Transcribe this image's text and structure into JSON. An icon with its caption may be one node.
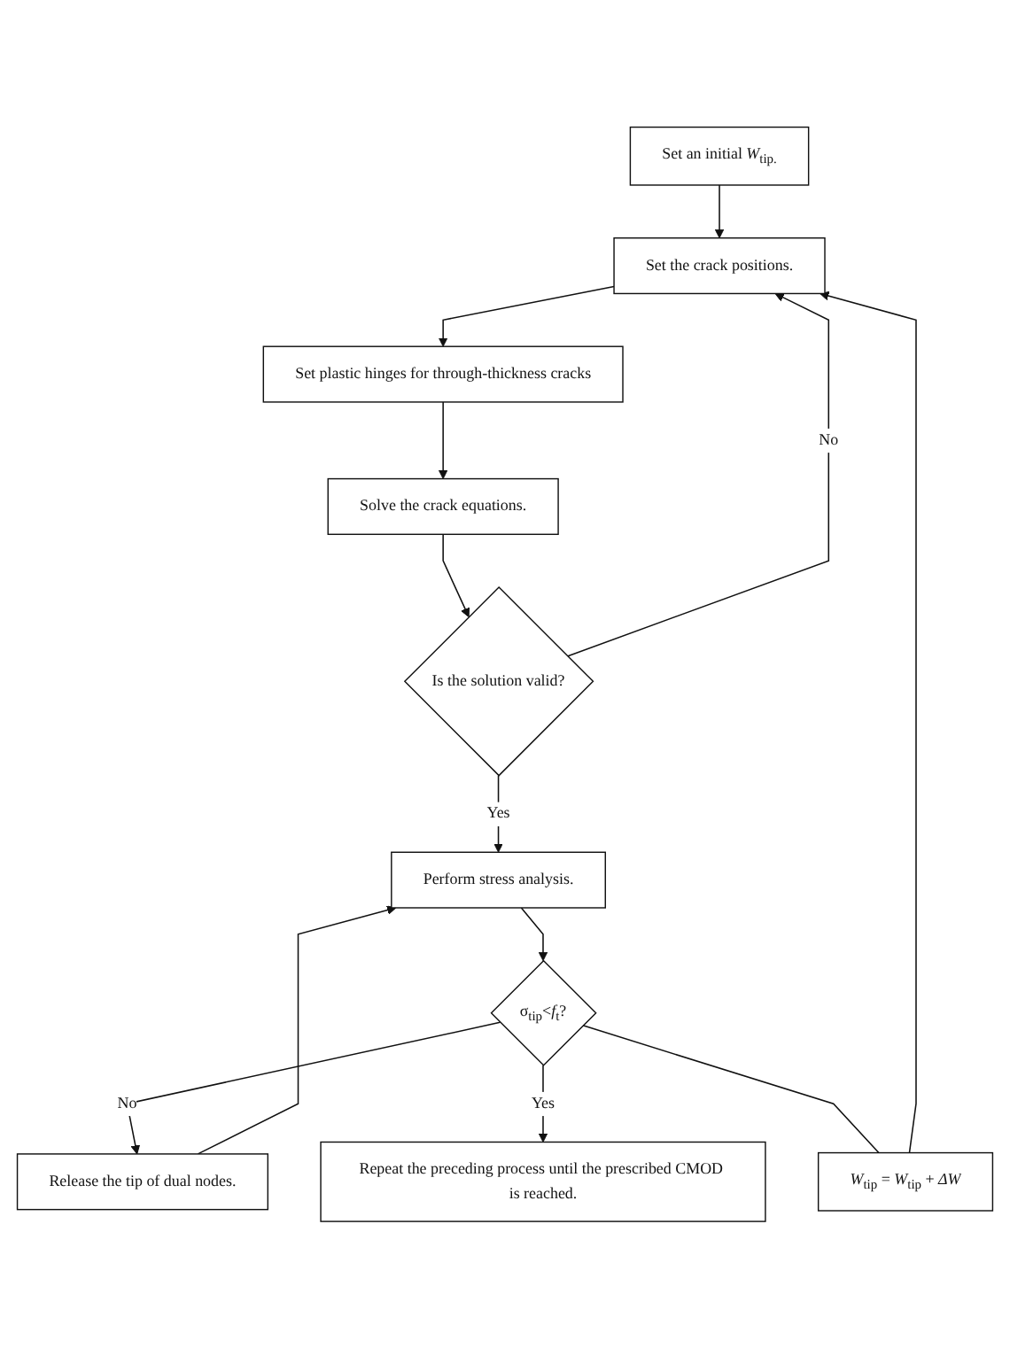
{
  "diagram": {
    "nodes": [
      {
        "text": [
          "Set an initial *W*$_{tip.}$"
        ]
      },
      {
        "text": [
          "Set the crack positions."
        ]
      },
      {
        "text": [
          "Set plastic hinges for through-thickness cracks"
        ]
      },
      {
        "text": [
          "Solve the crack equations."
        ]
      },
      {
        "text": [
          "Is the solution valid?"
        ]
      },
      {
        "text": [
          "Perform stress analysis."
        ]
      },
      {
        "text": [
          "Release the tip of dual nodes."
        ]
      },
      {
        "text": [
          "σ$_{tip}$<*f*$_{t}$?"
        ]
      },
      {
        "text": [
          "Repeat the preceding process until the prescribed CMOD is reached."
        ]
      },
      {
        "text": [
          "*W*$_{tip}$ = *W*$_{tip}$ + *ΔW*"
        ]
      }
    ],
    "edges": [
      {
        "from": 0,
        "to": 1,
        "arrow": "to"
      },
      {
        "from": 1,
        "to": 2,
        "arrow": "to"
      },
      {
        "from": 2,
        "to": 3,
        "arrow": "to"
      },
      {
        "from": 3,
        "to": 4,
        "arrow": "to"
      },
      {
        "from": 4,
        "to": 1,
        "arrow": "to",
        "label": "No"
      },
      {
        "from": 4,
        "to": 5,
        "arrow": "to",
        "label": "Yes"
      },
      {
        "from": 5,
        "to": 7,
        "arrow": "to"
      },
      {
        "from": 7,
        "to": 6,
        "arrow": "to",
        "label": "No"
      },
      {
        "from": 6,
        "to": 5,
        "arrow": "to"
      },
      {
        "from": 7,
        "to": 8,
        "arrow": "to",
        "label": "Yes"
      },
      {
        "from": 7,
        "to": 9,
        "arrow": "none"
      },
      {
        "from": 9,
        "to": 1,
        "arrow": "to"
      }
    ]
  }
}
